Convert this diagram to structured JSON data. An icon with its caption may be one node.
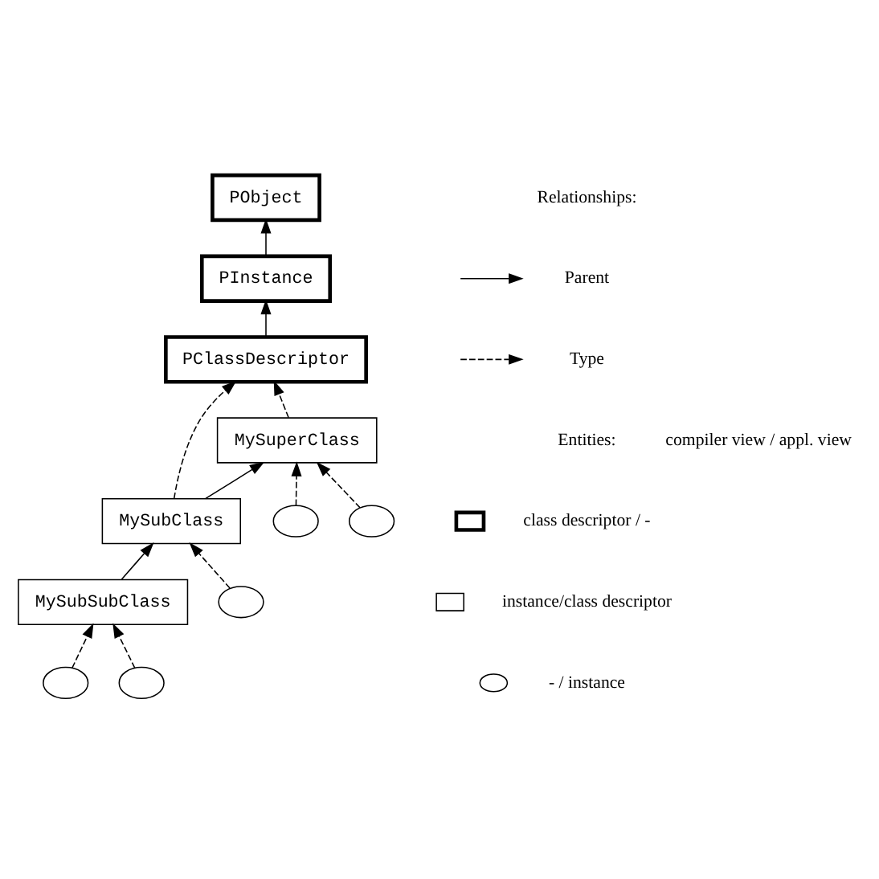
{
  "diagram": {
    "nodes": [
      {
        "text": [
          "PObject"
        ]
      },
      {
        "text": [
          "PInstance"
        ]
      },
      {
        "text": [
          "PClassDescriptor"
        ]
      },
      {
        "text": [
          "MySuperClass"
        ]
      },
      {
        "text": [
          "MySubClass"
        ]
      },
      {
        "text": [
          "MySubSubClass"
        ]
      },
      {
        "text": [],
        "shape": "circle"
      },
      {
        "text": [],
        "shape": "circle"
      },
      {
        "text": [],
        "shape": "circle"
      },
      {
        "text": [],
        "shape": "circle"
      },
      {
        "text": [],
        "shape": "circle"
      }
    ],
    "edges": [
      {
        "from": 1,
        "to": 0,
        "arrow": "to"
      },
      {
        "from": 2,
        "to": 1,
        "arrow": "to"
      },
      {
        "from": 3,
        "to": 2,
        "arrow": "to",
        "style": "dashed"
      },
      {
        "from": 4,
        "to": 2,
        "arrow": "to",
        "style": "dashed"
      },
      {
        "from": 4,
        "to": 3,
        "arrow": "to"
      },
      {
        "from": 5,
        "to": 4,
        "arrow": "to"
      },
      {
        "from": 6,
        "to": 3,
        "arrow": "to",
        "style": "dashed"
      },
      {
        "from": 7,
        "to": 3,
        "arrow": "to",
        "style": "dashed"
      },
      {
        "from": 8,
        "to": 4,
        "arrow": "to",
        "style": "dashed"
      },
      {
        "from": 9,
        "to": 5,
        "arrow": "to",
        "style": "dashed"
      },
      {
        "from": 10,
        "to": 5,
        "arrow": "to",
        "style": "dashed"
      }
    ],
    "labels": [
      "Relationships:",
      "Entities:",
      "compiler view / appl. view"
    ],
    "legend": [
      {
        "text": "Parent"
      },
      {
        "text": "Type"
      },
      {
        "text": "class descriptor / -"
      },
      {
        "text": "instance/class descriptor"
      },
      {
        "text": "- / instance"
      }
    ]
  }
}
